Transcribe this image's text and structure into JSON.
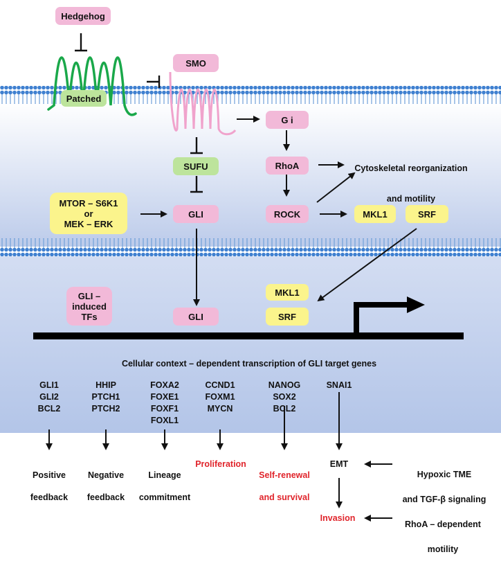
{
  "nodes": {
    "hedgehog": "Hedgehog",
    "patched": "Patched",
    "smo": "SMO",
    "gi": "G i",
    "sufu": "SUFU",
    "rhoa": "RhoA",
    "gli_cyto": "GLI",
    "rock": "ROCK",
    "mkl1_cyto": "MKL1",
    "srf_cyto": "SRF",
    "mtor_line1": "MTOR – S6K1",
    "mtor_line2": "or",
    "mtor_line3": "MEK – ERK",
    "gli_induced_line1": "GLI –",
    "gli_induced_line2": "induced",
    "gli_induced_line3": "TFs",
    "gli_nuc": "GLI",
    "mkl1_nuc": "MKL1",
    "srf_nuc": "SRF"
  },
  "labels": {
    "cytoskeletal_line1": "Cytoskeletal reorganization",
    "cytoskeletal_line2": "and motility",
    "context": "Cellular context – dependent transcription of GLI target genes"
  },
  "gene_groups": [
    {
      "genes": [
        "GLI1",
        "GLI2",
        "BCL2"
      ]
    },
    {
      "genes": [
        "HHIP",
        "PTCH1",
        "PTCH2"
      ]
    },
    {
      "genes": [
        "FOXA2",
        "FOXE1",
        "FOXF1",
        "FOXL1"
      ]
    },
    {
      "genes": [
        "CCND1",
        "FOXM1",
        "MYCN"
      ]
    },
    {
      "genes": [
        "NANOG",
        "SOX2",
        "BCL2"
      ]
    },
    {
      "genes": [
        "SNAI1"
      ]
    }
  ],
  "outcomes": {
    "positive_line1": "Positive",
    "positive_line2": "feedback",
    "negative_line1": "Negative",
    "negative_line2": "feedback",
    "lineage_line1": "Lineage",
    "lineage_line2": "commitment",
    "proliferation": "Proliferation",
    "selfrenewal_line1": "Self-renewal",
    "selfrenewal_line2": "and survival",
    "emt": "EMT",
    "hypoxic_line1": "Hypoxic TME",
    "hypoxic_line2": "and TGF-β signaling",
    "invasion": "Invasion",
    "rhoa_motility_line1": "RhoA – dependent",
    "rhoa_motility_line2": "motility"
  },
  "colors": {
    "pink_box": "#f2b9d8",
    "yellow_box": "#fbf48c",
    "green_box": "#bde49c",
    "membrane": "#4f8fd6",
    "patched_strand": "#1aa84a",
    "smo_strand": "#f0a3cc",
    "red_text": "#e0242b"
  }
}
